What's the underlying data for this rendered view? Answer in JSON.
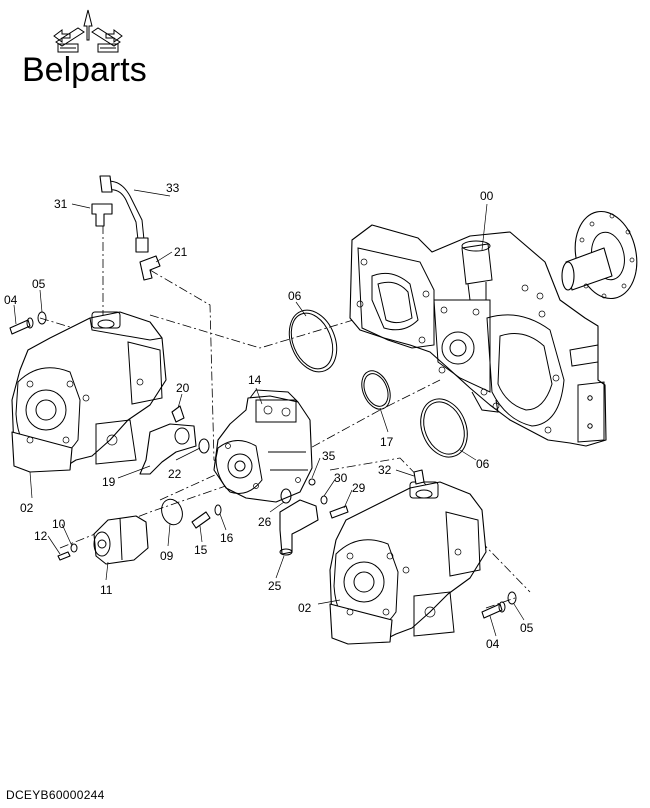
{
  "brand": "Belparts",
  "document_id": "DCEYB60000244",
  "callouts": [
    {
      "id": "c00",
      "label": "00",
      "part": "transmission-case"
    },
    {
      "id": "c02a",
      "label": "02",
      "part": "pump-assembly-left"
    },
    {
      "id": "c02b",
      "label": "02",
      "part": "pump-assembly-right"
    },
    {
      "id": "c04a",
      "label": "04",
      "part": "bolt-left"
    },
    {
      "id": "c04b",
      "label": "04",
      "part": "bolt-right"
    },
    {
      "id": "c05a",
      "label": "05",
      "part": "washer-left"
    },
    {
      "id": "c05b",
      "label": "05",
      "part": "washer-right"
    },
    {
      "id": "c06a",
      "label": "06",
      "part": "o-ring-upper"
    },
    {
      "id": "c06b",
      "label": "06",
      "part": "o-ring-lower"
    },
    {
      "id": "c09",
      "label": "09",
      "part": "o-ring"
    },
    {
      "id": "c10",
      "label": "10",
      "part": "washer"
    },
    {
      "id": "c11",
      "label": "11",
      "part": "gear-pump"
    },
    {
      "id": "c12",
      "label": "12",
      "part": "bolt"
    },
    {
      "id": "c14",
      "label": "14",
      "part": "pump-center"
    },
    {
      "id": "c15",
      "label": "15",
      "part": "bolt"
    },
    {
      "id": "c16",
      "label": "16",
      "part": "washer"
    },
    {
      "id": "c17",
      "label": "17",
      "part": "o-ring"
    },
    {
      "id": "c19",
      "label": "19",
      "part": "hose-fitting"
    },
    {
      "id": "c20",
      "label": "20",
      "part": "bolt"
    },
    {
      "id": "c21",
      "label": "21",
      "part": "elbow-fitting"
    },
    {
      "id": "c22",
      "label": "22",
      "part": "o-ring"
    },
    {
      "id": "c25",
      "label": "25",
      "part": "elbow-pipe"
    },
    {
      "id": "c26",
      "label": "26",
      "part": "o-ring"
    },
    {
      "id": "c29",
      "label": "29",
      "part": "bolt"
    },
    {
      "id": "c30",
      "label": "30",
      "part": "washer"
    },
    {
      "id": "c31",
      "label": "31",
      "part": "tee-fitting"
    },
    {
      "id": "c32",
      "label": "32",
      "part": "plug"
    },
    {
      "id": "c33",
      "label": "33",
      "part": "hose"
    },
    {
      "id": "c35",
      "label": "35",
      "part": "plug"
    }
  ],
  "colors": {
    "ink": "#000000",
    "paper": "#ffffff"
  }
}
